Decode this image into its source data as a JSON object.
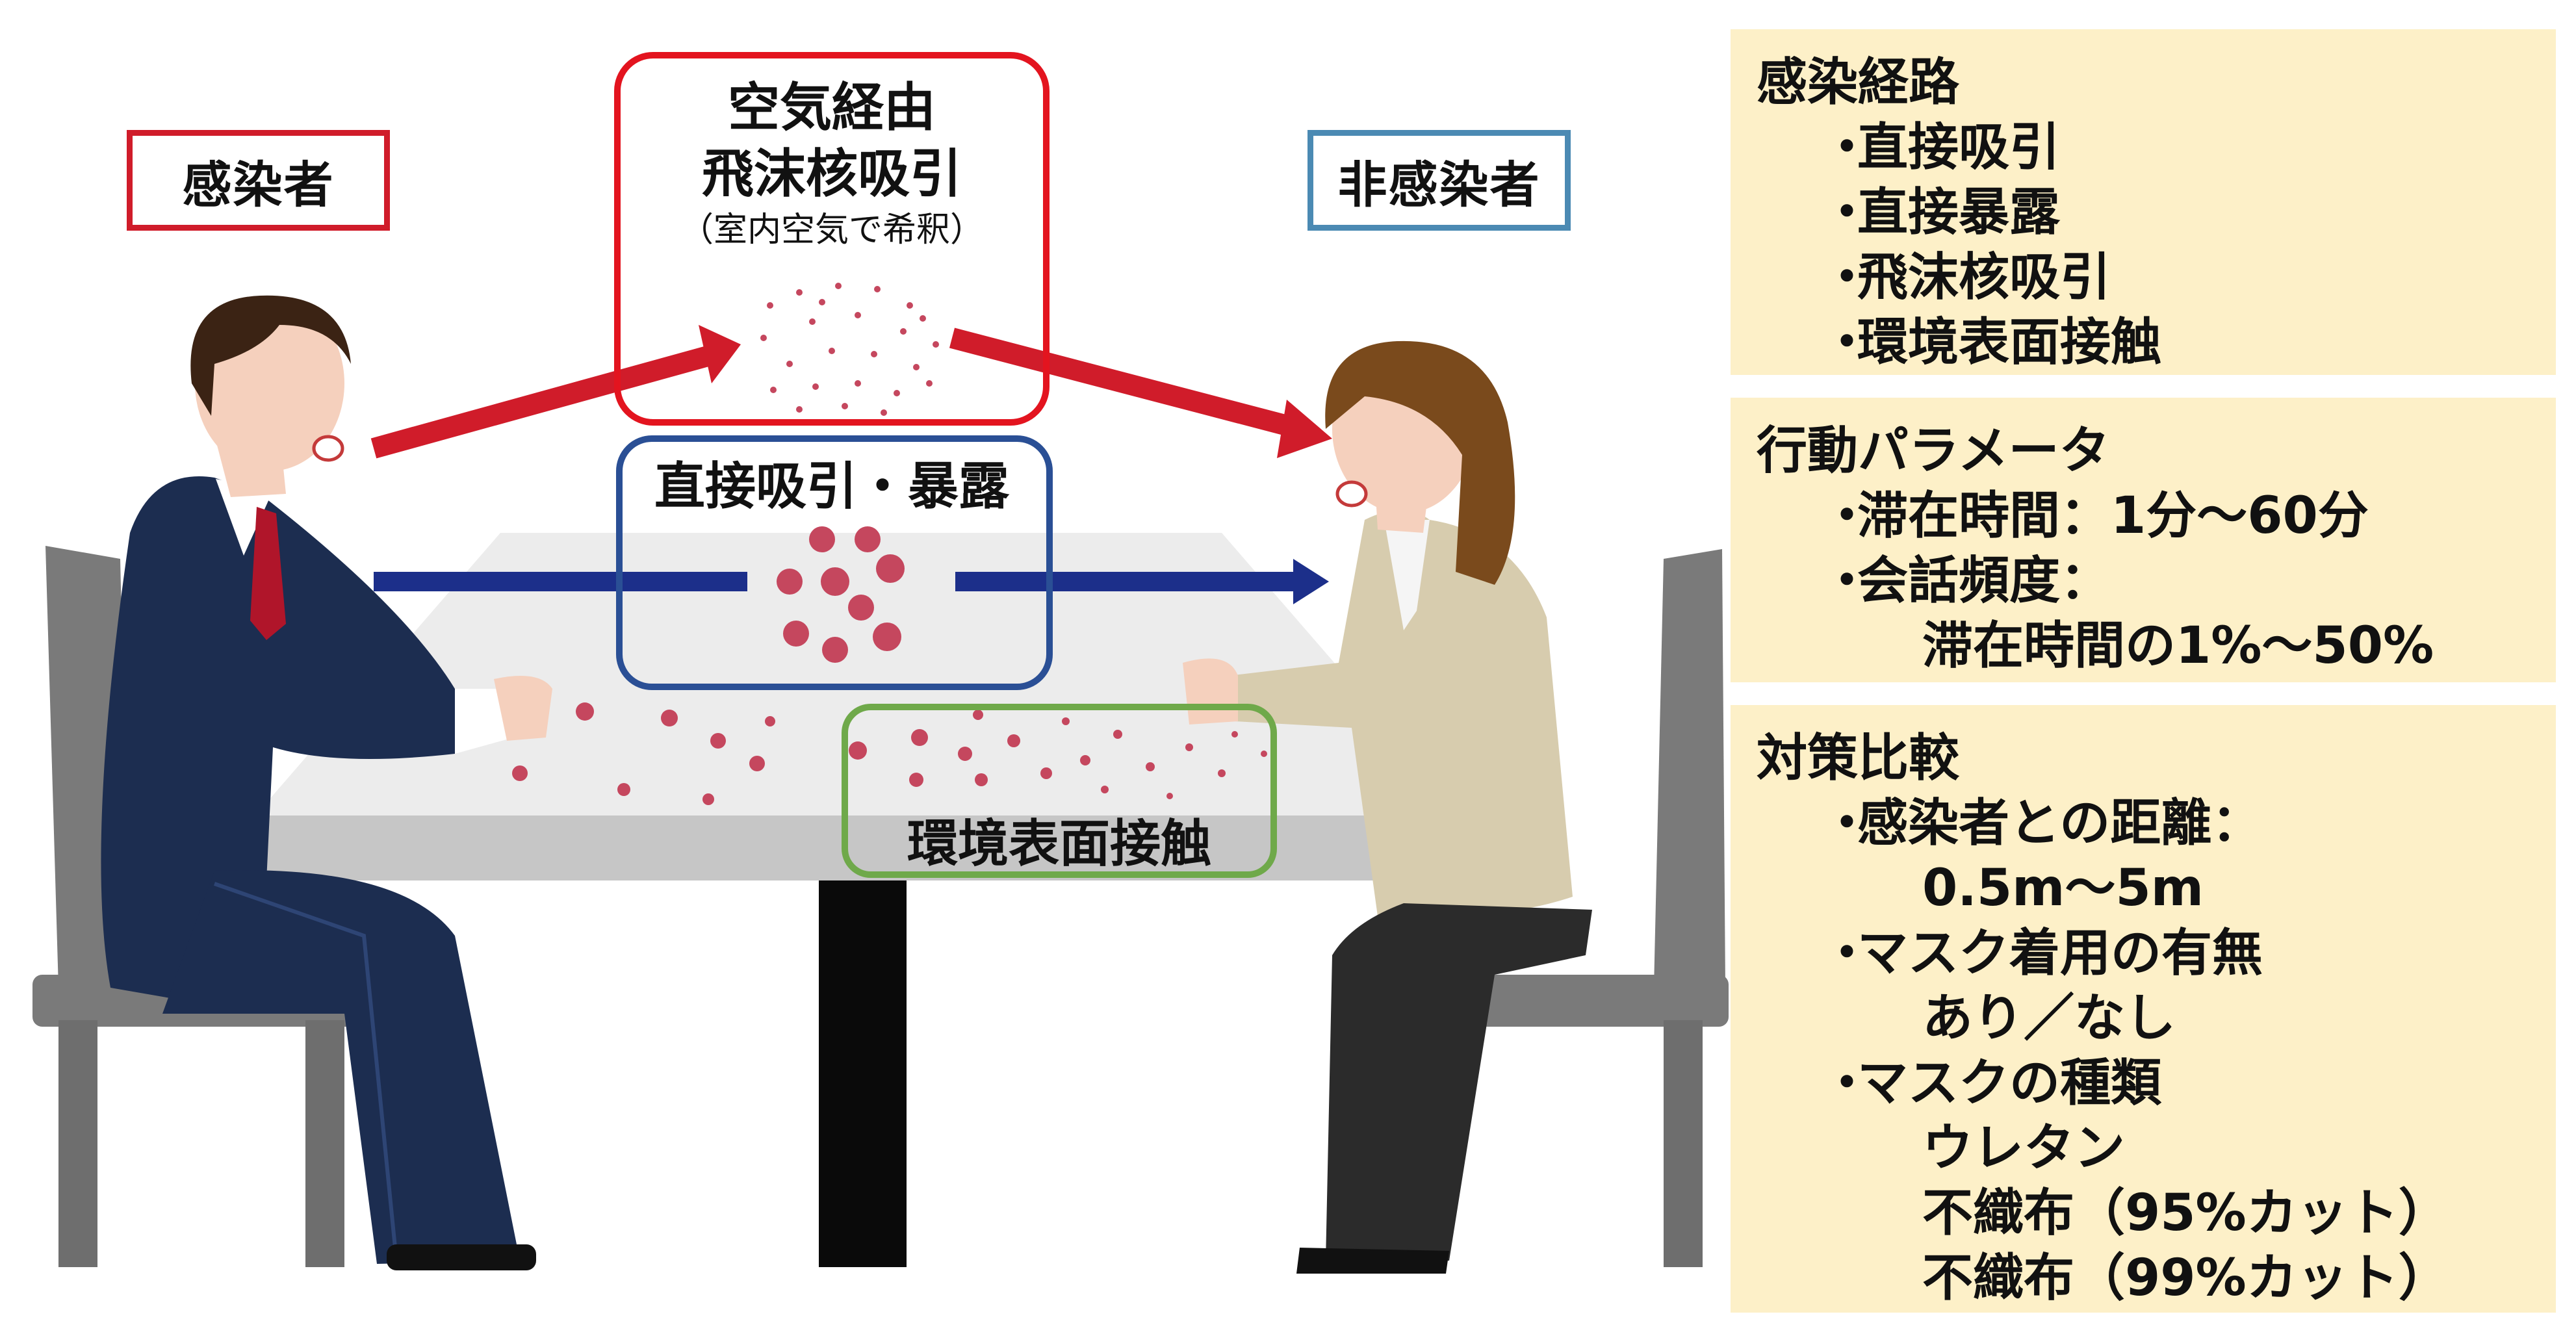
{
  "labels": {
    "infected": "感染者",
    "non_infected": "非感染者"
  },
  "routes": {
    "airborne": {
      "line1": "空気経由",
      "line2": "飛沫核吸引",
      "line3": "（室内空気で希釈）"
    },
    "direct": "直接吸引・暴露",
    "surface": "環境表面接触"
  },
  "panels": [
    {
      "title": "感染経路",
      "lines": [
        {
          "type": "item",
          "text": "直接吸引"
        },
        {
          "type": "item",
          "text": "直接暴露"
        },
        {
          "type": "item",
          "text": "飛沫核吸引"
        },
        {
          "type": "item",
          "text": "環境表面接触"
        }
      ]
    },
    {
      "title": "行動パラメータ",
      "lines": [
        {
          "type": "item",
          "text": "滞在時間：1分～60分"
        },
        {
          "type": "item",
          "text": "会話頻度："
        },
        {
          "type": "cont",
          "text": "滞在時間の1%～50%"
        }
      ]
    },
    {
      "title": "対策比較",
      "lines": [
        {
          "type": "item",
          "text": "感染者との距離："
        },
        {
          "type": "cont",
          "text": "0.5m～5m"
        },
        {
          "type": "item",
          "text": "マスク着用の有無"
        },
        {
          "type": "cont",
          "text": "あり／なし"
        },
        {
          "type": "item",
          "text": "マスクの種類"
        },
        {
          "type": "cont",
          "text": "ウレタン"
        },
        {
          "type": "cont",
          "text": "不織布（95%カット）"
        },
        {
          "type": "cont",
          "text": "不織布（99%カット）"
        }
      ]
    }
  ],
  "bullet": "・",
  "colors": {
    "red": "#d01c2a",
    "blue": "#1c2f8a",
    "green": "#6fa94a",
    "droplet": "#c5475e",
    "panel_bg": "#fdf0c8"
  }
}
